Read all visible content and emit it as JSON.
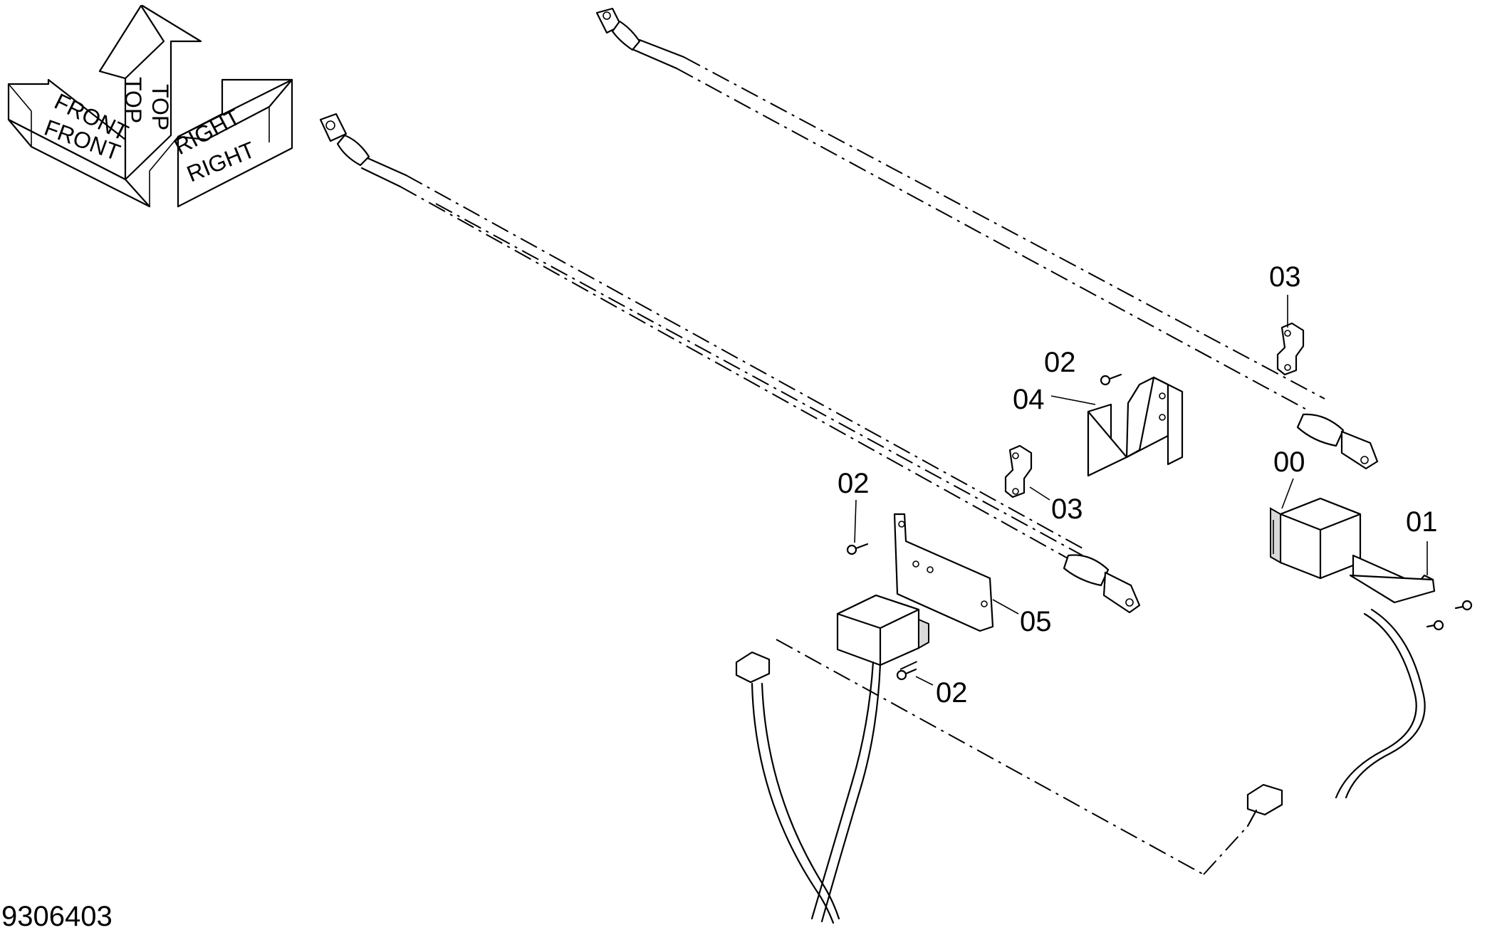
{
  "orientation": {
    "top_label": "TOP",
    "front_label": "FRONT",
    "right_label": "RIGHT"
  },
  "callouts": {
    "c00": "00",
    "c01": "01",
    "c02_upper": "02",
    "c02_left": "02",
    "c02_lower": "02",
    "c03_upper": "03",
    "c03_lower": "03",
    "c04": "04",
    "c05": "05"
  },
  "figure_id": "9306403"
}
